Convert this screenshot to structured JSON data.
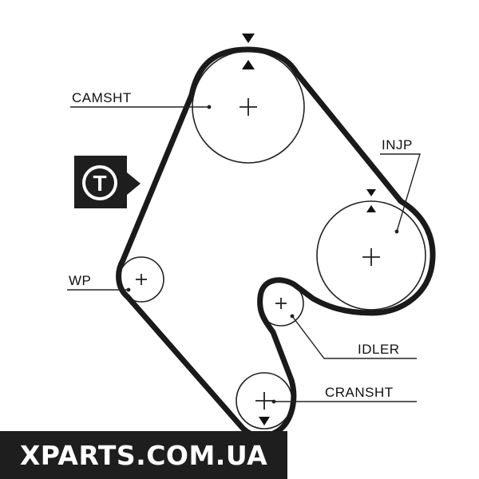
{
  "diagram": {
    "labels": {
      "camshaft": "CAMSHT",
      "injection_pump": "INJP",
      "water_pump": "WP",
      "idler": "IDLER",
      "crankshaft": "CRANSHT",
      "tensioner_badge": "T"
    },
    "colors": {
      "belt": "#1a1a1a",
      "badge_bg": "#1e1e1e",
      "badge_text": "#ffffff"
    }
  },
  "watermark": {
    "text": "XPARTS.COM.UA"
  }
}
